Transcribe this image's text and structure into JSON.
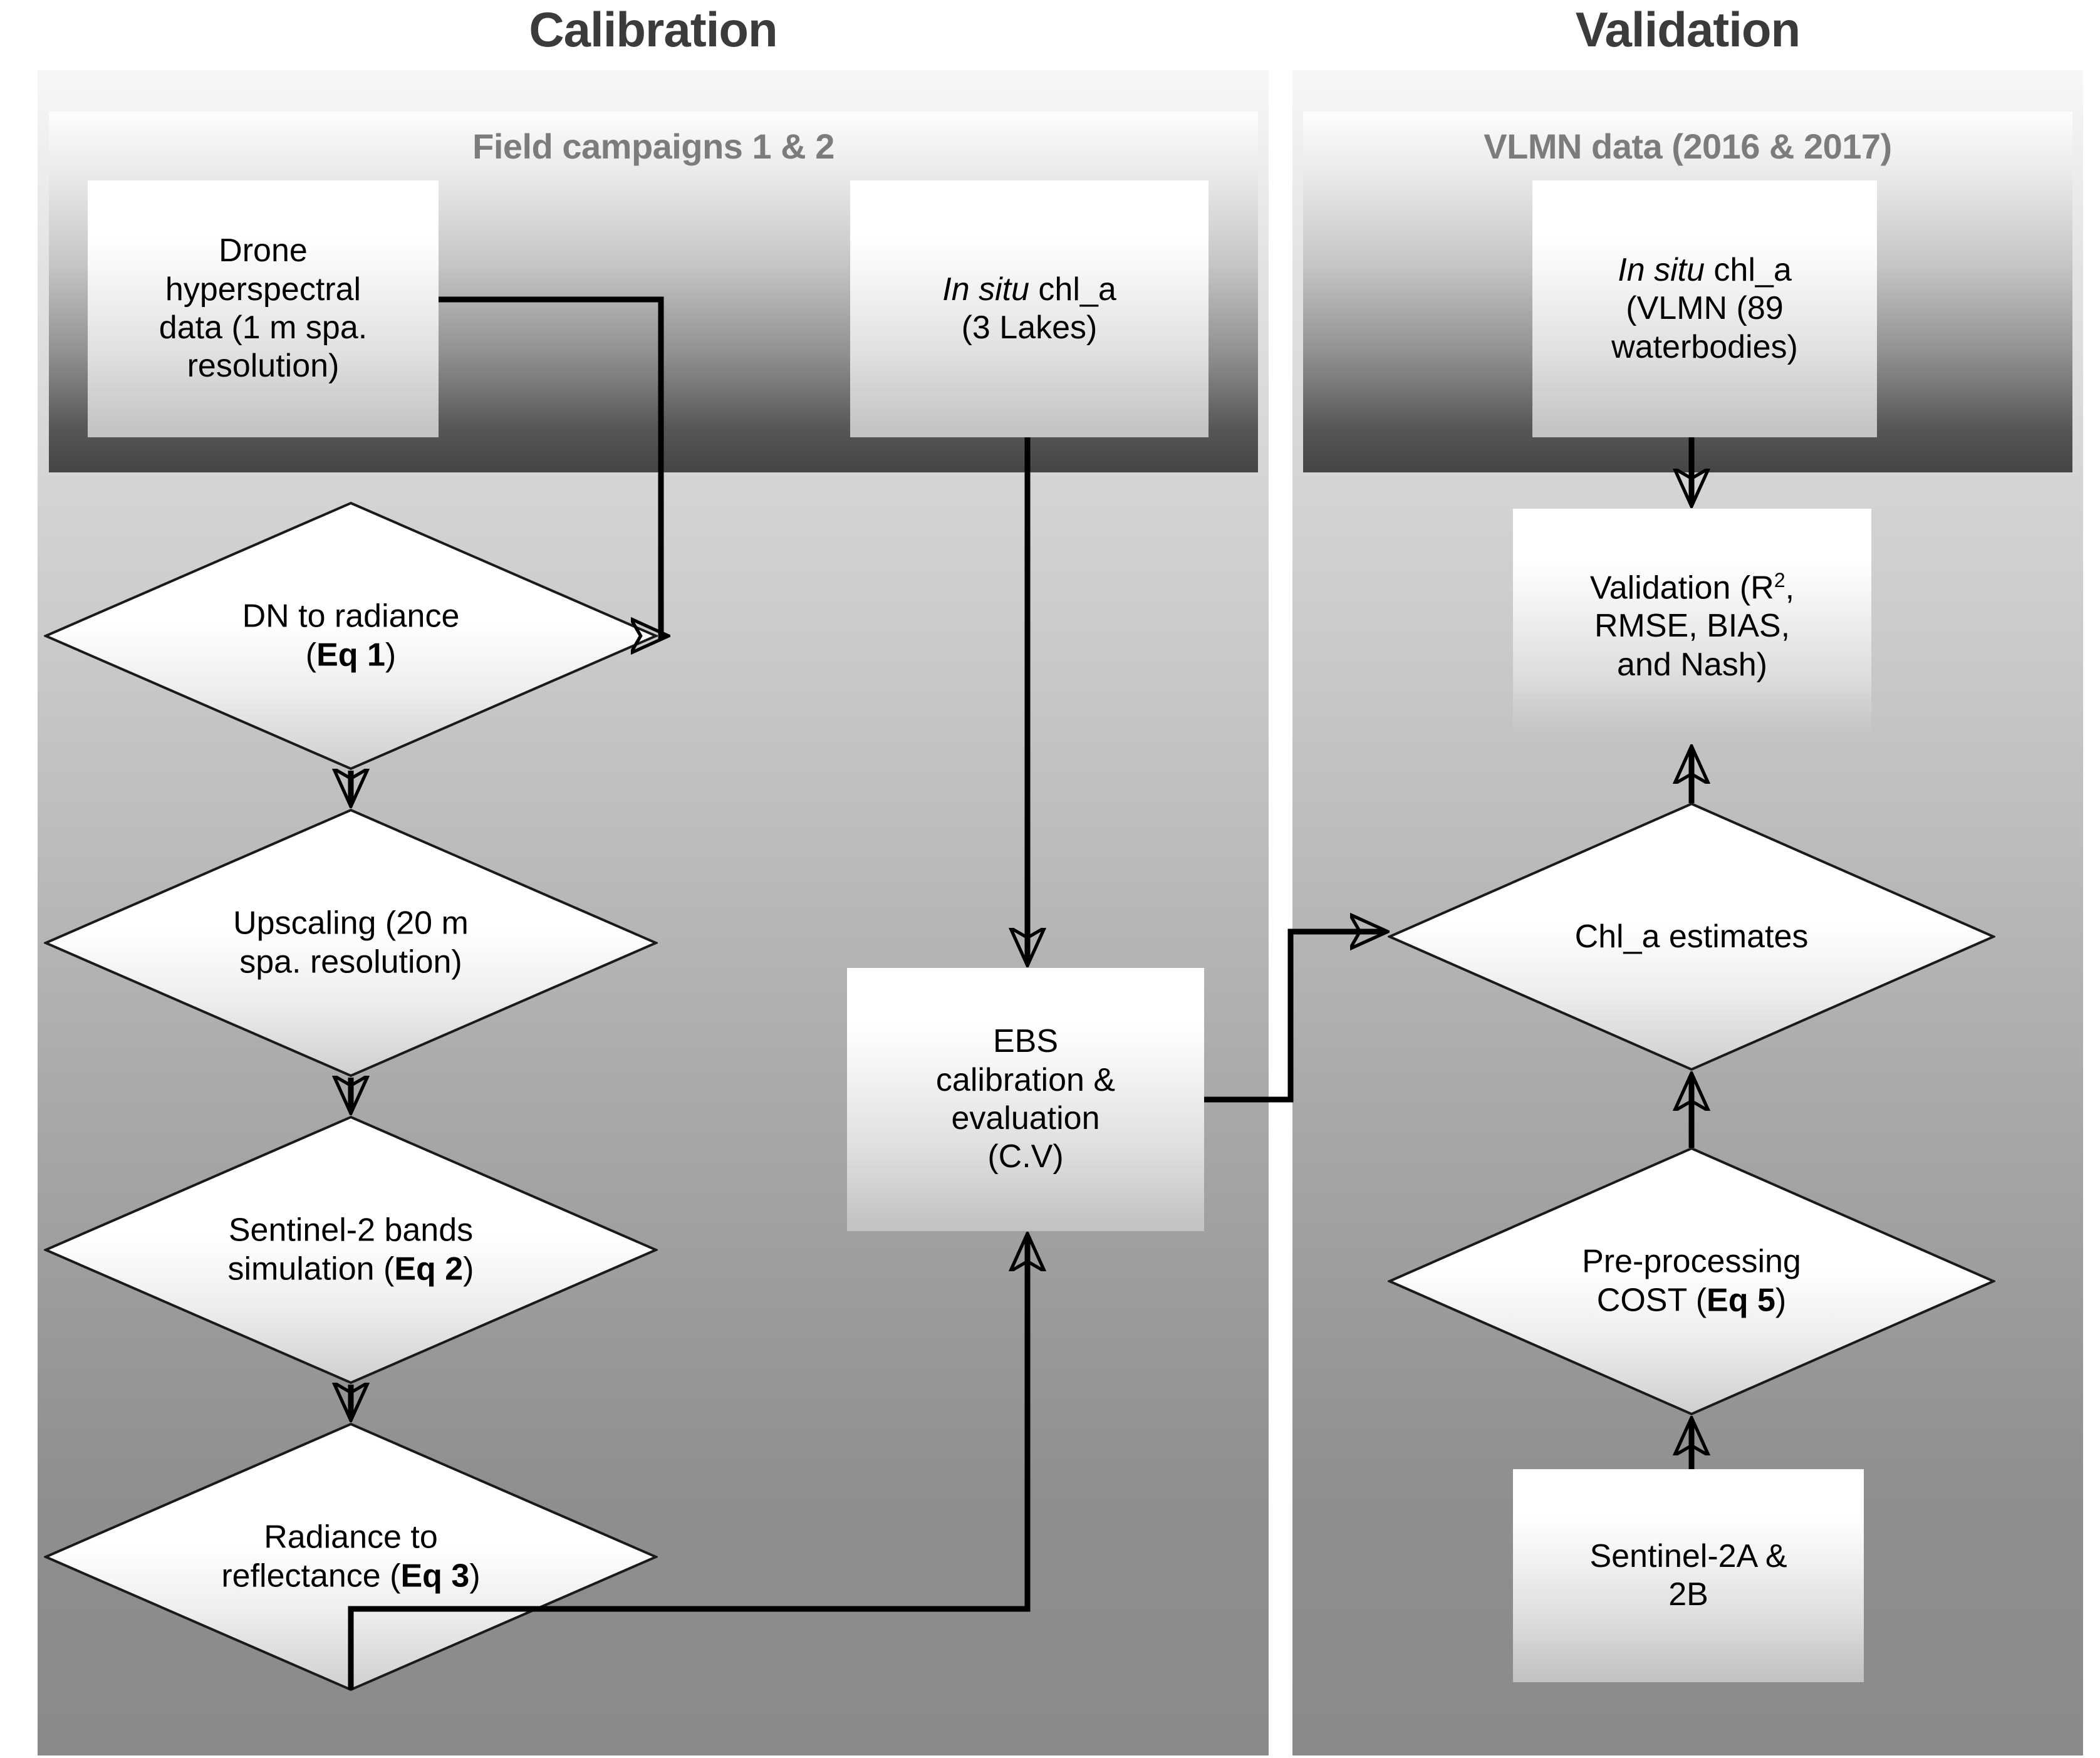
{
  "columns": [
    {
      "id": "calibration",
      "title": "Calibration",
      "band_label": "Field campaigns 1 & 2"
    },
    {
      "id": "validation",
      "title": "Validation",
      "band_label": "VLMN data (2016 & 2017)"
    }
  ],
  "nodes": {
    "drone": {
      "line1": "Drone",
      "line2": "hyperspectral",
      "line3": "data (1 m spa.",
      "line4": "resolution)"
    },
    "insitu_lakes": {
      "prefix": "In situ",
      "suffix": " chl_a",
      "line2": "(3 Lakes)"
    },
    "insitu_vlmn": {
      "prefix": "In situ",
      "suffix": " chl_a",
      "line2": "(VLMN (89",
      "line3": "waterbodies)"
    },
    "dn_to_radiance": {
      "line1": "DN to radiance",
      "line2_pre": "(",
      "line2_bold": "Eq 1",
      "line2_post": ")"
    },
    "upscaling": {
      "line1": "Upscaling (20 m",
      "line2": "spa. resolution)"
    },
    "s2_bands": {
      "line1": "Sentinel-2 bands",
      "line2_pre": "simulation (",
      "line2_bold": "Eq 2",
      "line2_post": ")"
    },
    "rad_to_refl": {
      "line1": "Radiance to",
      "line2_pre": "reflectance (",
      "line2_bold": "Eq 3",
      "line2_post": ")"
    },
    "ebs": {
      "line1": "EBS",
      "line2": "calibration &",
      "line3": "evaluation",
      "line4": "(C.V)"
    },
    "validation_metrics": {
      "line1_pre": "Validation (R",
      "line1_sup": "2",
      "line1_post": ",",
      "line2": "RMSE, BIAS,",
      "line3": "and Nash)"
    },
    "chla_estimates": {
      "line1": "Chl_a estimates"
    },
    "preprocessing": {
      "line1": "Pre-processing",
      "line2_pre": "COST (",
      "line2_bold": "Eq 5",
      "line2_post": ")"
    },
    "sentinel2ab": {
      "line1": "Sentinel-2A &",
      "line2": "2B"
    }
  },
  "colors": {
    "ink": "#000000",
    "title_gray": "#3b3b3b",
    "band_label_gray": "#7c7c7c",
    "page_bg": "#ffffff"
  }
}
